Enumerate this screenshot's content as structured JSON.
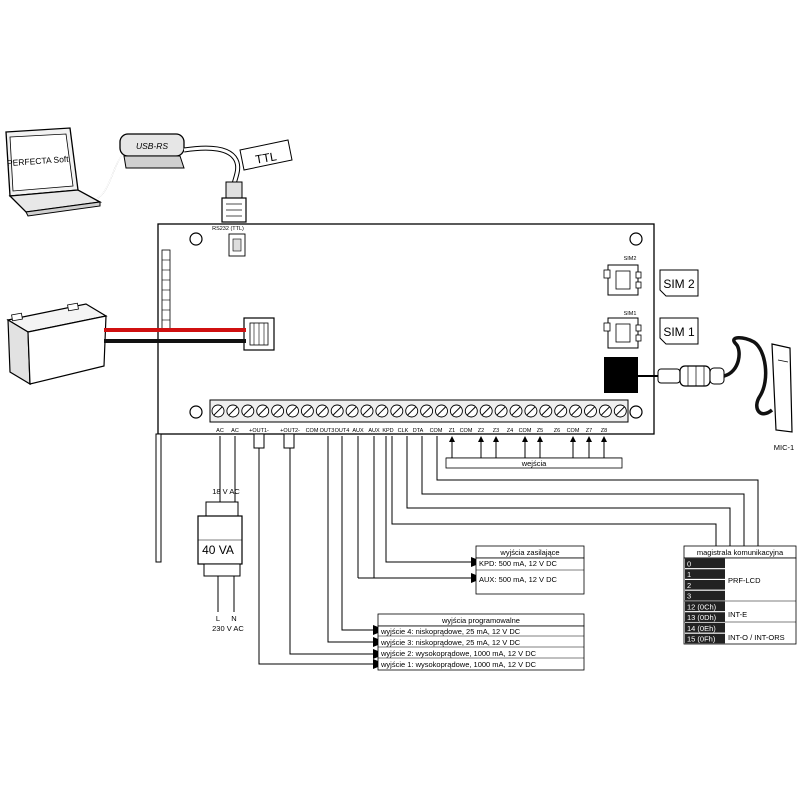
{
  "laptop": {
    "label": "PERFECTA Soft"
  },
  "usb_converter": {
    "label": "USB-RS"
  },
  "ttl_tag": {
    "label": "TTL"
  },
  "board": {
    "rs_label": "RS232 (TTL)",
    "sim2_slot_label": "SIM2",
    "sim1_slot_label": "SIM1",
    "terminals": [
      "AC",
      "AC",
      "+OUT1-",
      "+OUT2-",
      "COM",
      "OUT3",
      "OUT4",
      "AUX",
      "AUX",
      "KPD",
      "CLK",
      "DTA",
      "COM",
      "Z1",
      "COM",
      "Z2",
      "Z3",
      "Z4",
      "COM",
      "Z5",
      "Z6",
      "COM",
      "Z7",
      "Z8"
    ]
  },
  "sim_cards": {
    "sim2": "SIM 2",
    "sim1": "SIM 1"
  },
  "microphone": {
    "label": "MIC-1"
  },
  "inputs_label": "wejścia",
  "transformer": {
    "secondary": "18 V AC",
    "rating": "40 VA",
    "l": "L",
    "n": "N",
    "mains": "230 V AC"
  },
  "power_outputs": {
    "title": "wyjścia zasilające",
    "rows": [
      "KPD: 500 mA, 12 V DC",
      "AUX: 500 mA, 12 V DC"
    ]
  },
  "prog_outputs": {
    "title": "wyjścia programowalne",
    "rows": [
      "wyjście 4: niskoprądowe, 25 mA, 12 V DC",
      "wyjście 3: niskoprądowe, 25 mA, 12 V DC",
      "wyjście 2: wysokoprądowe, 1000 mA, 12 V DC",
      "wyjście 1: wysokoprądowe, 1000 mA, 12 V DC"
    ]
  },
  "bus": {
    "title": "magistrala komunikacyjna",
    "addresses": [
      "0",
      "1",
      "2",
      "3",
      "12 (0Ch)",
      "13 (0Dh)",
      "14 (0Eh)",
      "15 (0Fh)"
    ],
    "groups": [
      "PRF-LCD",
      "INT-E",
      "INT-O / INT-ORS"
    ]
  }
}
